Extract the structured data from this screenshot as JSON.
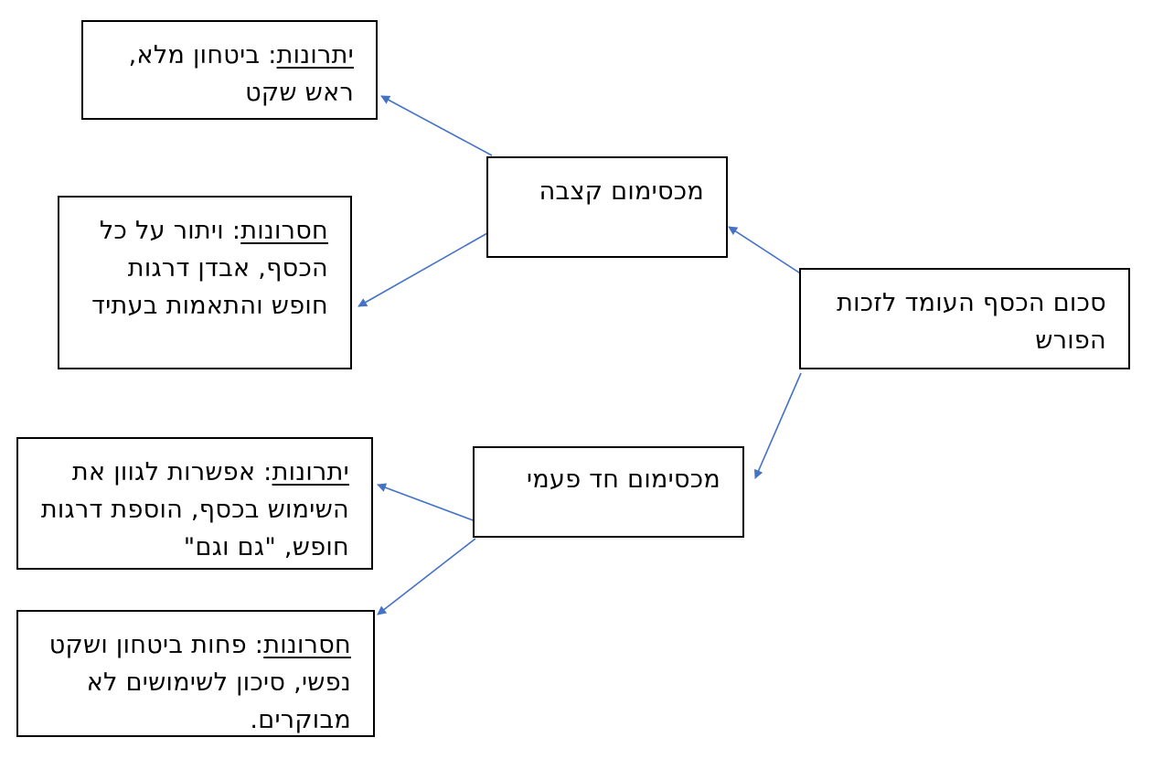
{
  "diagram": {
    "root": {
      "text": "סכום הכסף העומד לזכות הפורש"
    },
    "annual": {
      "text": "מכסימום קצבה"
    },
    "lump_sum": {
      "text": "מכסימום חד פעמי"
    },
    "annual_pros": {
      "label": "יתרונות",
      "text": ": ביטחון מלא, ראש שקט"
    },
    "annual_cons": {
      "label": "חסרונות",
      "text": ": ויתור על כל הכסף, אבדן דרגות חופש והתאמות בעתיד"
    },
    "lump_pros": {
      "label": "יתרונות",
      "text": ": אפשרות לגוון את השימוש בכסף, הוספת דרגות חופש, \"גם וגם\""
    },
    "lump_cons": {
      "label": "חסרונות",
      "text": ": פחות ביטחון ושקט נפשי, סיכון לשימושים לא מבוקרים."
    },
    "arrow_color": "#4472C4"
  }
}
